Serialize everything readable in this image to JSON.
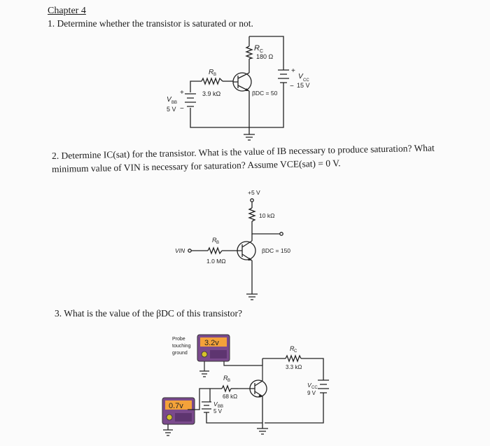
{
  "chapter": "Chapter 4",
  "q1": {
    "text": "1. Determine whether the transistor is saturated or not.",
    "rc_label": "R",
    "rc_sub": "C",
    "rc_value": "180 Ω",
    "rb_label": "R",
    "rb_sub": "B",
    "rb_value": "3.9 kΩ",
    "vbb_label": "V",
    "vbb_sub": "BB",
    "vbb_value": "5 V",
    "vcc_label": "V",
    "vcc_sub": "CC",
    "vcc_value": "15 V",
    "beta": "βDC = 50",
    "plus": "+",
    "minus": "−"
  },
  "q2": {
    "line1": "2. Determine IC(sat) for the transistor. What is the value of IB necessary to produce saturation? What",
    "line2": "minimum value of VIN is necessary for saturation? Assume VCE(sat) = 0 V.",
    "supply": "+5 V",
    "rc_value": "10 kΩ",
    "rb_label": "R",
    "rb_sub": "B",
    "rb_value": "1.0 MΩ",
    "vin_label": "VIN",
    "beta": "βDC = 150"
  },
  "q3": {
    "text": "3. What is the value of the βDC of this transistor?",
    "probe_line1": "Probe",
    "probe_line2": "touching",
    "probe_line3": "ground",
    "meter_top_reading": "3.2v",
    "meter_bottom_reading": "0.7v",
    "rc_label": "R",
    "rc_sub": "C",
    "rc_value": "3.3 kΩ",
    "rb_label": "R",
    "rb_sub": "B",
    "rb_value": "68 kΩ",
    "vbb_label": "V",
    "vbb_sub": "BB",
    "vbb_value": "5 V",
    "vcc_label": "V",
    "vcc_sub": "CC",
    "vcc_value": "9 V",
    "meter_color": "#7a4a8c",
    "meter_display_color": "#f4a23a",
    "meter_knob_color": "#d6c22b"
  }
}
